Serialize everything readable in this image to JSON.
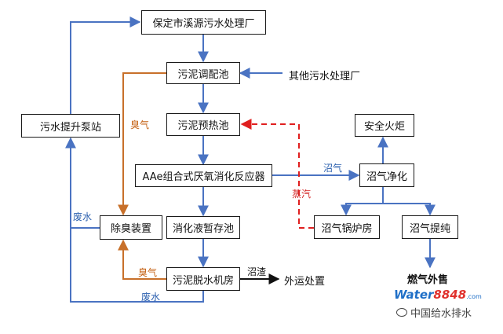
{
  "nodes": {
    "baoding_plant": "保定市溪源污水处理厂",
    "sludge_adjust_tank": "污泥调配池",
    "sludge_preheat_tank": "污泥预热池",
    "aae_reactor": "AAe组合式厌氧消化反应器",
    "digestate_storage": "消化液暂存池",
    "sludge_dewatering": "污泥脱水机房",
    "deodorizer": "除臭装置",
    "sewage_pump_station": "污水提升泵站",
    "safety_flare": "安全火炬",
    "biogas_purify": "沼气净化",
    "biogas_boiler": "沼气锅炉房",
    "biogas_upgrade": "沼气提纯"
  },
  "labels": {
    "other_plants": "其他污水处理厂",
    "odor_upper": "臭气",
    "odor_lower": "臭气",
    "wastewater_left": "废水",
    "wastewater_bottom": "废水",
    "biogas": "沼气",
    "steam": "蒸汽",
    "sludge_cake": "沼渣",
    "external_disposal": "外运处置",
    "gas_sales": "燃气外售"
  },
  "watermark": {
    "brand_word": "Water",
    "brand_num": "8848",
    "brand_domain": ".com",
    "wechat_account": "中国给水排水"
  },
  "colors": {
    "flow_blue": "#4a73c2",
    "odor_orange": "#c8702a",
    "steam_red": "#e01f1f",
    "sludge_black": "#111111"
  }
}
